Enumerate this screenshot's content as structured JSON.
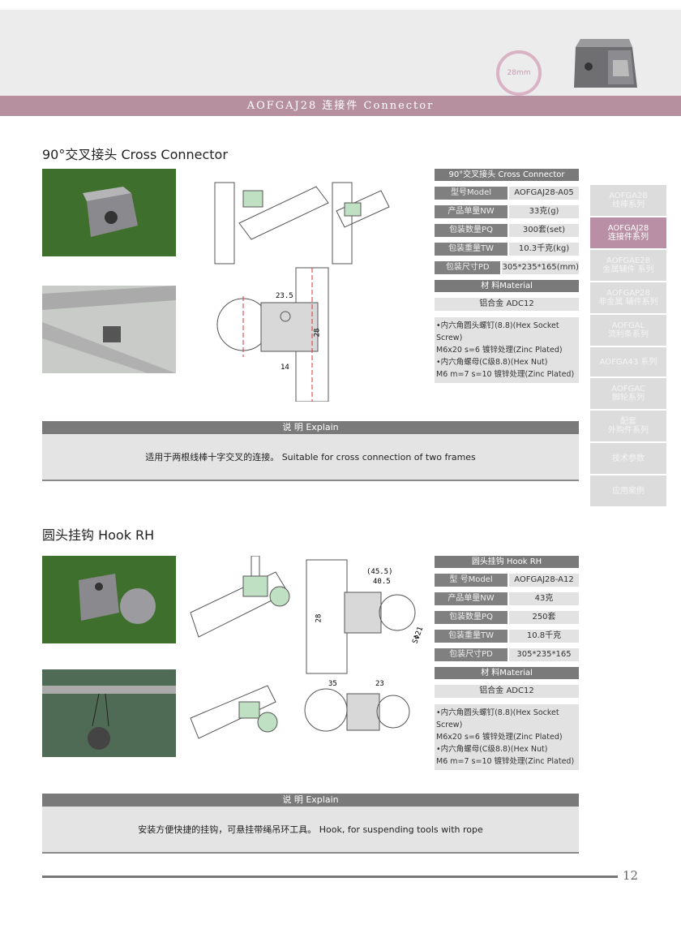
{
  "header": {
    "title": "AOFGAJ28 连接件  Connector",
    "ring_label": "28mm"
  },
  "sidebar": [
    {
      "l1": "AOFGA28",
      "l2": "线棒系列"
    },
    {
      "l1": "AOFGAJ28",
      "l2": "连接件系列",
      "active": true
    },
    {
      "l1": "AOFGAE28",
      "l2": "金属辅件 系列"
    },
    {
      "l1": "AOFGAP28",
      "l2": "非金属 辅件系列"
    },
    {
      "l1": "AOFGAL",
      "l2": "流利条系列"
    },
    {
      "l1": "AOFGA43 系列",
      "l2": ""
    },
    {
      "l1": "AOFGAC",
      "l2": "脚轮系列"
    },
    {
      "l1": "配套",
      "l2": "外购件系列"
    },
    {
      "l1": "技术参数",
      "l2": ""
    },
    {
      "l1": "应用案例",
      "l2": ""
    }
  ],
  "sections": [
    {
      "title": "90°交叉接头    Cross Connector",
      "table": {
        "header": "90°交叉接头 Cross Connector",
        "rows": [
          [
            "型号Model",
            "AOFGAJ28-A05"
          ],
          [
            "产品单量NW",
            "33克(g)"
          ],
          [
            "包装数量PQ",
            "300套(set)"
          ],
          [
            "包装重量TW",
            "10.3千克(kg)"
          ],
          [
            "包装尺寸PD",
            "305*235*165(mm)"
          ]
        ],
        "material_label": "材    料Material",
        "material": "铝合金 ADC12",
        "notes": [
          "•内六角圆头螺钉(8.8)(Hex Socket Screw)",
          "M6x20  s=6  镀锌处理(Zinc Plated)",
          " •内六角螺母(C级8.8)(Hex Nut)",
          "M6  m=7  s=10  镀锌处理(Zinc Plated)"
        ]
      },
      "dims": [
        "23.5",
        "28",
        "14"
      ],
      "explain_label": "说 明  Explain",
      "explain": "适用于两根线棒十字交叉的连接。   Suitable for cross connection of two frames"
    },
    {
      "title": "圆头挂钩   Hook RH",
      "table": {
        "header": "圆头挂钩  Hook RH",
        "rows": [
          [
            "型    号Model",
            "AOFGAJ28-A12"
          ],
          [
            "产品单量NW",
            "43克"
          ],
          [
            "包装数量PQ",
            "250套"
          ],
          [
            "包装重量TW",
            "10.8千克"
          ],
          [
            "包装尺寸PD",
            "305*235*165"
          ]
        ],
        "material_label": "材    料Material",
        "material": "铝合金 ADC12",
        "notes": [
          "•内六角圆头螺钉(8.8)(Hex Socket Screw)",
          "M6x20  s=6  镀锌处理(Zinc Plated)",
          "•内六角螺母(C级8.8)(Hex Nut)",
          "M6  m=7  s=10  镀锌处理(Zinc Plated)"
        ]
      },
      "dims": [
        "(45.5)",
        "40.5",
        "28",
        "SΦ21",
        "35",
        "23"
      ],
      "explain_label": "说 明  Explain",
      "explain": "安装方便快捷的挂钩，可悬挂带绳吊环工具。   Hook, for suspending tools with rope"
    }
  ],
  "footer": {
    "page": "12"
  }
}
